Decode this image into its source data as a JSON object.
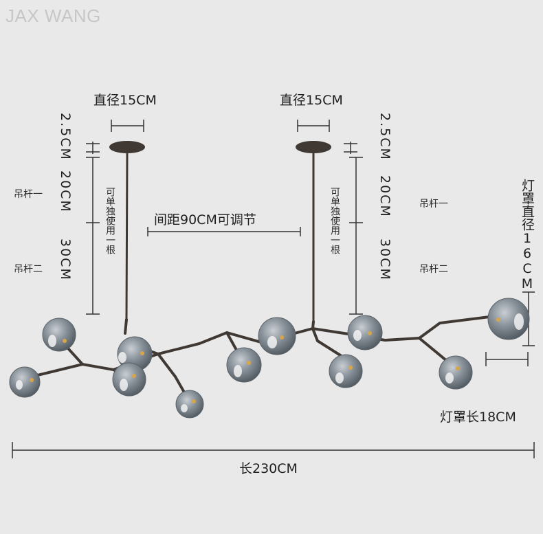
{
  "brand": {
    "text_a": "JAX WANG"
  },
  "labels": {
    "diameter_left": "直径15CM",
    "diameter_right": "直径15CM",
    "spacing": "间距90CM可调节",
    "canopy_gap_left": "2.5CM",
    "canopy_gap_right": "2.5CM",
    "rod1_len_left": "20CM",
    "rod1_len_right": "20CM",
    "rod2_len_left": "30CM",
    "rod2_len_right": "30CM",
    "rod1_left": "吊杆一",
    "rod2_left": "吊杆二",
    "rod1_right": "吊杆一",
    "rod2_right": "吊杆二",
    "single_use_left": "可单独使用一根",
    "single_use_right": "可单独使用一根",
    "shade_diameter": "灯罩直径16CM",
    "shade_length": "灯罩长18CM",
    "total_length": "长230CM"
  },
  "colors": {
    "background": "#e9e9e9",
    "metal": "#3f3833",
    "glass": "#7d8790"
  }
}
